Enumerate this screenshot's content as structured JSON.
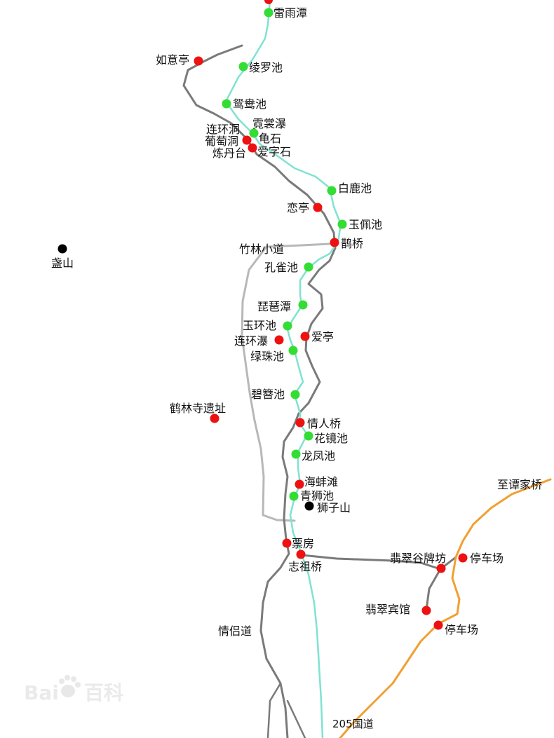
{
  "colors": {
    "stream": "#7fe3d0",
    "trail": "#888888",
    "trail_light": "#bbbbbb",
    "road": "#f0a032",
    "green_marker": "#33dd33",
    "red_marker": "#ee1111",
    "black_marker": "#000000",
    "text": "#111111"
  },
  "labels": {
    "leiyutan": "雷雨潭",
    "ruyiting": "如意亭",
    "lingluochi": "绫罗池",
    "yuanyangchi": "鸳鸯池",
    "lianhuandong": "连环洞",
    "nishangpu": "霓裳瀑",
    "putaodong": "葡萄洞",
    "guishi": "龟石",
    "liandantai": "炼丹台",
    "aizishi": "爱字石",
    "bailuchi": "白鹿池",
    "lianting": "恋亭",
    "yupeichi": "玉佩池",
    "queqiao": "鹊桥",
    "zhulinxiaodao": "竹林小道",
    "zhanshan": "盏山",
    "kongquechi": "孔雀池",
    "pipatan": "琵琶潭",
    "yuhuanchi": "玉环池",
    "aiting": "爱亭",
    "lianhuanpu": "连环瀑",
    "lvzhuchi": "绿珠池",
    "bizanchi": "碧簪池",
    "helinsi": "鹤林寺遗址",
    "qingrenqiao": "情人桥",
    "huajingchi": "花镜池",
    "longfengchi": "龙凤池",
    "haibangtan": "海蚌滩",
    "qingshichi": "青狮池",
    "shizishan": "狮子山",
    "zhitanjiaqiao": "至谭家桥",
    "piaofang": "票房",
    "zhizuqiao": "志祖桥",
    "feicuigu": "翡翠谷牌坊",
    "parking1": "停车场",
    "feicuibinguan": "翡翠宾馆",
    "parking2": "停车场",
    "qinglvdao": "情侣道",
    "guodao205": "205国道"
  },
  "watermark": {
    "brand": "Bai",
    "brand_cn": "百科"
  }
}
